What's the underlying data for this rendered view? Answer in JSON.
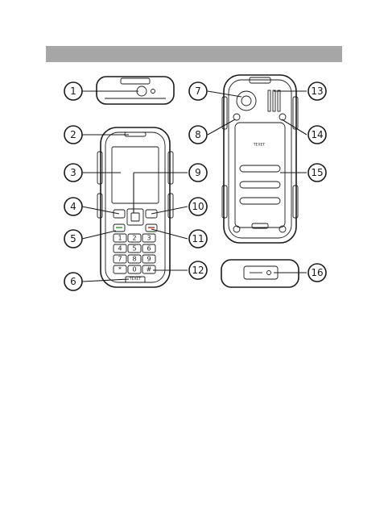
{
  "header": {
    "color": "#a6a6a6"
  },
  "callouts": [
    "1",
    "2",
    "3",
    "4",
    "5",
    "6",
    "7",
    "8",
    "9",
    "10",
    "11",
    "12",
    "13",
    "14",
    "15",
    "16"
  ],
  "keypad": {
    "keys": [
      "1",
      "2",
      "3",
      "4",
      "5",
      "6",
      "7",
      "8",
      "9",
      "*",
      "0",
      "#"
    ]
  },
  "brand": "TEXET",
  "icons": {
    "charger_port": "usb-port-icon",
    "headphone_jack": "headset-icon"
  }
}
